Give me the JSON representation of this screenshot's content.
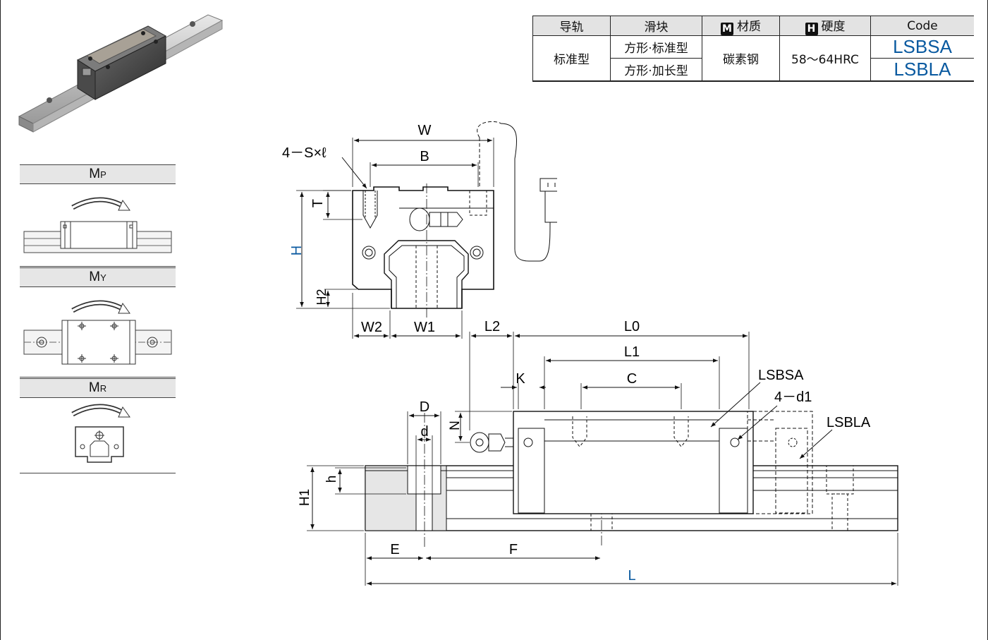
{
  "table": {
    "headers": {
      "rail": "导轨",
      "block": "滑块",
      "material_badge": "M",
      "material": "材质",
      "hardness_badge": "H",
      "hardness": "硬度",
      "code": "Code"
    },
    "rail_type": "标准型",
    "block_standard": "方形·标准型",
    "block_long": "方形·加长型",
    "material": "碳素钢",
    "hardness": "58～64HRC",
    "code_standard": "LSBSA",
    "code_long": "LSBLA"
  },
  "moments": [
    {
      "main": "M",
      "sub": "P"
    },
    {
      "main": "M",
      "sub": "Y"
    },
    {
      "main": "M",
      "sub": "R"
    }
  ],
  "front_view": {
    "W": "W",
    "B": "B",
    "T": "T",
    "H": "H",
    "H2": "H2",
    "W2": "W2",
    "W1": "W1",
    "tap_label": "4－S×ℓ"
  },
  "side_view": {
    "L2": "L2",
    "L0": "L0",
    "L1": "L1",
    "K": "K",
    "C": "C",
    "N": "N",
    "D": "D",
    "d": "d",
    "h": "h",
    "H1": "H1",
    "E": "E",
    "F": "F",
    "L": "L",
    "label_standard": "LSBSA",
    "label_long": "LSBLA",
    "hole_label": "4－d1"
  },
  "colors": {
    "accent_blue": "#0a5aa0",
    "header_gray": "#e3e3e3",
    "line": "#222222"
  }
}
